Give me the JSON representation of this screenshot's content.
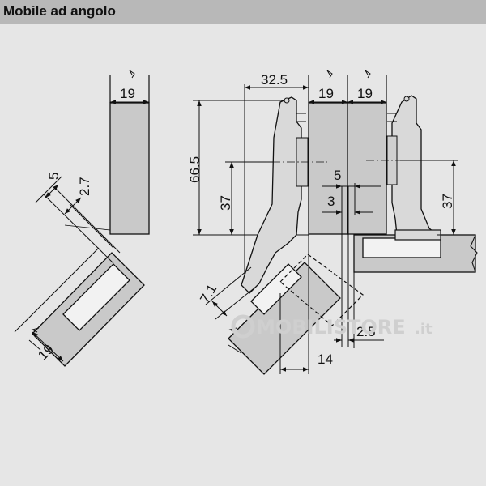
{
  "header": {
    "title": "Mobile ad angolo"
  },
  "dimensions": {
    "left_panel_top": "19",
    "left_offset_5": "5",
    "left_offset_27": "2.7",
    "left_71": "7.1",
    "left_panel_bottom": "19",
    "overlay_325": "32.5",
    "panel_a": "19",
    "panel_b": "19",
    "height_665": "66.5",
    "height_37_left": "37",
    "gap_5": "5",
    "gap_3": "3",
    "height_37_right": "37",
    "gap_25": "2.5",
    "gap_14": "14"
  },
  "watermark": {
    "text": "MOBILISTORE",
    "suffix": ".it"
  },
  "colors": {
    "background": "#e6e6e6",
    "header": "#b8b8b8",
    "panel": "#c9c9c9",
    "hinge": "#d9d9d9",
    "line": "#111111"
  }
}
